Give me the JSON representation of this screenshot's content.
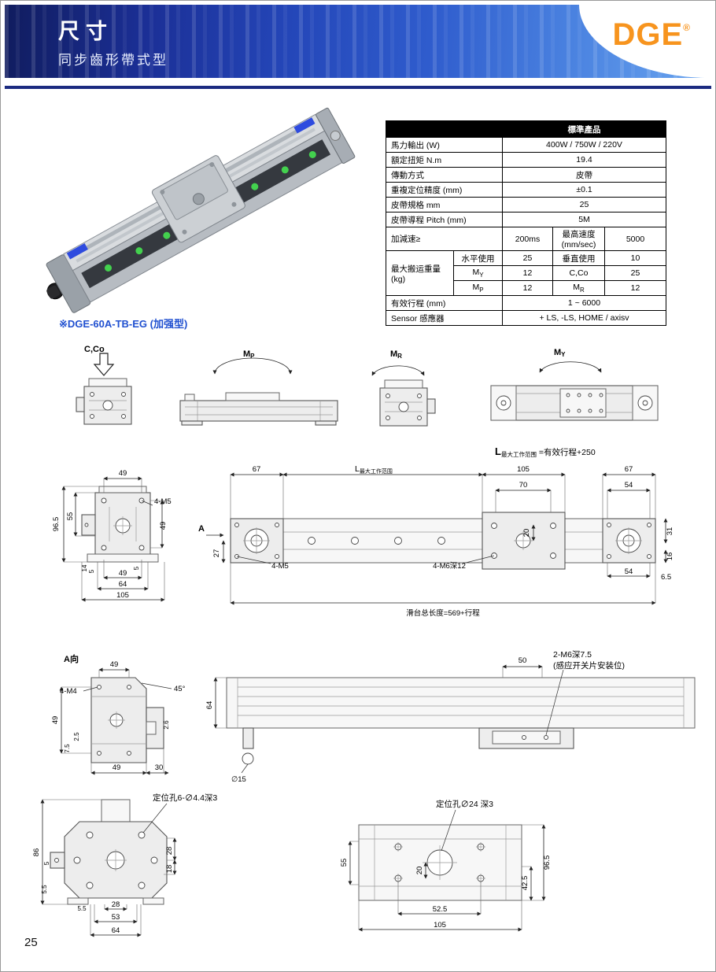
{
  "header": {
    "title": "尺寸",
    "subtitle": "同步齒形帶式型",
    "logo": "DGE",
    "reg": "®",
    "accent_blue": "#1b2a80",
    "logo_orange": "#f7941e"
  },
  "product_caption": "※DGE-60A-TB-EG (加强型)",
  "page_number": "25",
  "spec_table": {
    "title": "標準產品",
    "power_label": "馬力輸出 (W)",
    "power_value": "400W  / 750W  / 220V",
    "torque_label": "額定扭矩 N.m",
    "torque_value": "19.4",
    "drive_label": "傳動方式",
    "drive_value": "皮帶",
    "repeat_label": "重複定位精度 (mm)",
    "repeat_value": "±0.1",
    "belt_label": "皮帶規格 mm",
    "belt_value": "25",
    "pitch_label": "皮帶導程 Pitch (mm)",
    "pitch_value": "5M",
    "accel_label": "加減速≥",
    "accel_value": "200ms",
    "speed_label": "最高速度 (mm/sec)",
    "speed_value": "5000",
    "load_label": "最大搬运重量(kg)",
    "horizontal_label": "水平使用",
    "horizontal_value": "25",
    "vertical_label": "垂直使用",
    "vertical_value": "10",
    "my_m": "M",
    "my_sub": "Y",
    "my_value": "12",
    "cco_label": "C,Co",
    "cco_value": "25",
    "mp_m": "M",
    "mp_sub": "P",
    "mp_value": "12",
    "mr_m": "M",
    "mr_sub": "R",
    "mr_value": "12",
    "stroke_label": "有效行程 (mm)",
    "stroke_value": "1 ~ 6000",
    "sensor_label": "Sensor  感應器",
    "sensor_value": "+ LS, -LS, HOME  / axisv"
  },
  "moment_diagrams": {
    "cco_label": "C,Co",
    "m": "M",
    "p_sub": "P",
    "r_sub": "R",
    "y_sub": "Y"
  },
  "main_drawing": {
    "note_L": "L",
    "note_sub": "最大工作范围",
    "note_eq": " =有效行程+250",
    "range_L": "L",
    "range_sub": "最大工作范围",
    "dim_67_left": "67",
    "dim_105": "105",
    "dim_70": "70",
    "dim_67_right": "67",
    "dim_54_top": "54",
    "dim_27": "27",
    "view_a": "A",
    "hole_m5_side": "4-M5",
    "hole_m6": "4-M6深12",
    "dim_20": "20",
    "dim_31": "31",
    "dim_16": "16",
    "dim_54_bottom": "54",
    "dim_6_5": "6.5",
    "total_length": "滑台总长度=569+行程",
    "cross": {
      "dim_49_top": "49",
      "hole_m5": "4-M5",
      "dim_96_5": "96.5",
      "dim_55": "55",
      "dim_14": "14",
      "dim_5_left": "5",
      "dim_49_bottom": "49",
      "dim_64": "64",
      "dim_105": "105",
      "dim_49_right": "49",
      "dim_5_right": "5"
    }
  },
  "a_view_drawing": {
    "label": "A向",
    "dim_49_top": "49",
    "hole_m4": "4-M4",
    "angle_45": "45°",
    "dim_49_left": "49",
    "dim_7_5": "7.5",
    "dim_2_5": "2.5",
    "dim_49_bottom": "49",
    "dim_30": "30",
    "dim_2_6": "2.6",
    "dim_64": "64",
    "dim_50": "50",
    "hole_m6_line1": "2-M6深7.5",
    "hole_m6_line2": "(感应开关片安装位)",
    "dia_15": "∅15"
  },
  "bottom_left_drawing": {
    "note": "定位孔6-∅4.4深3",
    "dim_86": "86",
    "dim_5": "5",
    "dim_5_5_left": "5.5",
    "dim_5_5_bottom": "5.5",
    "dim_28_right": "28",
    "dim_18": "18",
    "dim_28_bottom": "28",
    "dim_53": "53",
    "dim_64": "64"
  },
  "bottom_right_drawing": {
    "note": "定位孔∅24 深3",
    "dim_55": "55",
    "dim_20": "20",
    "dim_96_5": "96.5",
    "dim_42_5": "42.5",
    "dim_52_5": "52.5",
    "dim_105": "105"
  }
}
